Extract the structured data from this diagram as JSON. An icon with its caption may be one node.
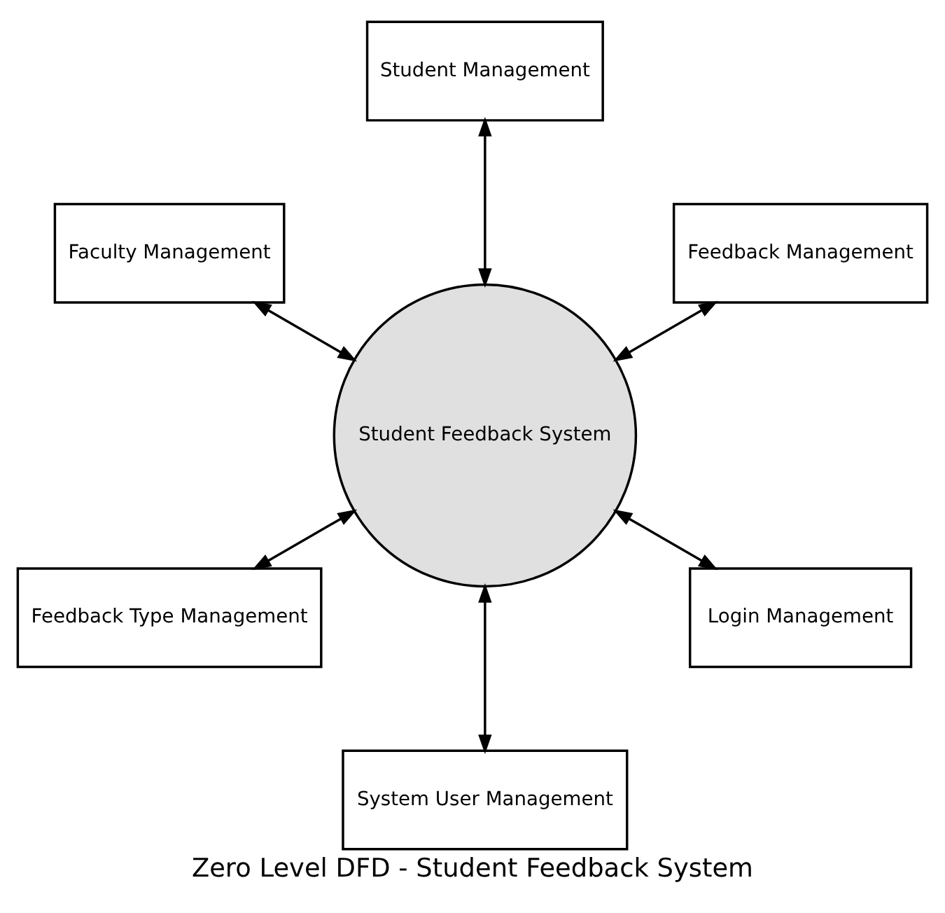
{
  "diagram": {
    "title": "Zero Level DFD - Student Feedback System",
    "nodes": [
      {
        "text": [
          "Feedback Management"
        ]
      },
      {
        "text": [
          "Student Management"
        ]
      },
      {
        "text": [
          "Faculty Management"
        ]
      },
      {
        "text": [
          "Student Feedback System"
        ]
      },
      {
        "text": [
          "Feedback Type Management"
        ]
      },
      {
        "text": [
          "System User Management"
        ]
      },
      {
        "text": [
          "Login Management"
        ]
      }
    ],
    "edges": [
      {
        "from": 3,
        "to": 0,
        "arrow": "both"
      },
      {
        "from": 3,
        "to": 1,
        "arrow": "both"
      },
      {
        "from": 3,
        "to": 2,
        "arrow": "both"
      },
      {
        "from": 3,
        "to": 4,
        "arrow": "both"
      },
      {
        "from": 3,
        "to": 5,
        "arrow": "both"
      },
      {
        "from": 3,
        "to": 6,
        "arrow": "both"
      }
    ]
  }
}
